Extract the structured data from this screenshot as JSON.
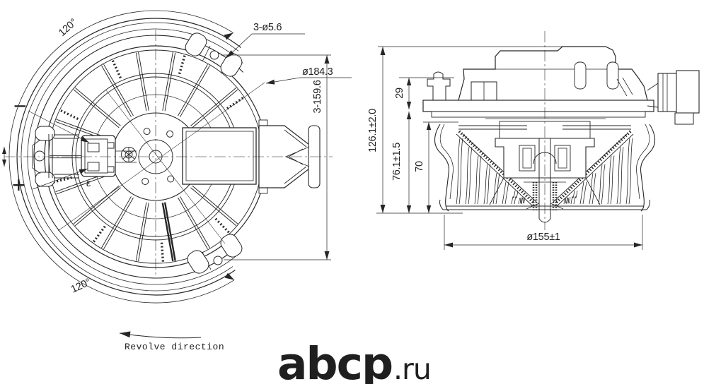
{
  "left_view": {
    "angle_top": "120°",
    "angle_bottom": "120°",
    "mount_holes": "3-ø5.6",
    "bolt_circle_dia": "ø184.3",
    "hole_pitch": "3-159.6",
    "polarity_plus": "+",
    "polarity_minus": "−",
    "clip_mark": "ε",
    "revolve_label": "Revolve direction"
  },
  "right_view": {
    "overall_height": "126.1±2.0",
    "flange_offset": "29",
    "body_height": "76.1±1.5",
    "wheel_height": "70",
    "wheel_dia": "ø155±1"
  },
  "watermark": {
    "brand": "abcp",
    "tld": ".ru",
    "color": "#b7babd"
  },
  "line_color": "#262626"
}
